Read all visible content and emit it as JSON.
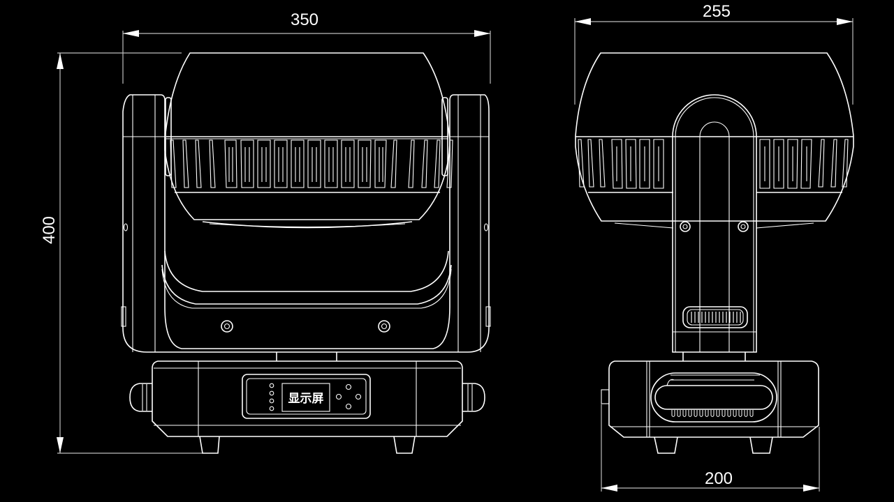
{
  "diagram": {
    "title": "Moving head light fixture dimension drawing",
    "colors": {
      "background": "#000000",
      "line": "#ffffff",
      "dimension_line": "#bdbdbd"
    },
    "front_view": {
      "width_dimension": {
        "label": "350",
        "unit": "mm"
      },
      "height_dimension": {
        "label": "400",
        "unit": "mm"
      },
      "display_panel": {
        "label": "显示屏",
        "indicator_leds": 4,
        "buttons": 4
      }
    },
    "side_view": {
      "head_width_dimension": {
        "label": "255",
        "unit": "mm"
      },
      "base_width_dimension": {
        "label": "200",
        "unit": "mm"
      }
    }
  }
}
